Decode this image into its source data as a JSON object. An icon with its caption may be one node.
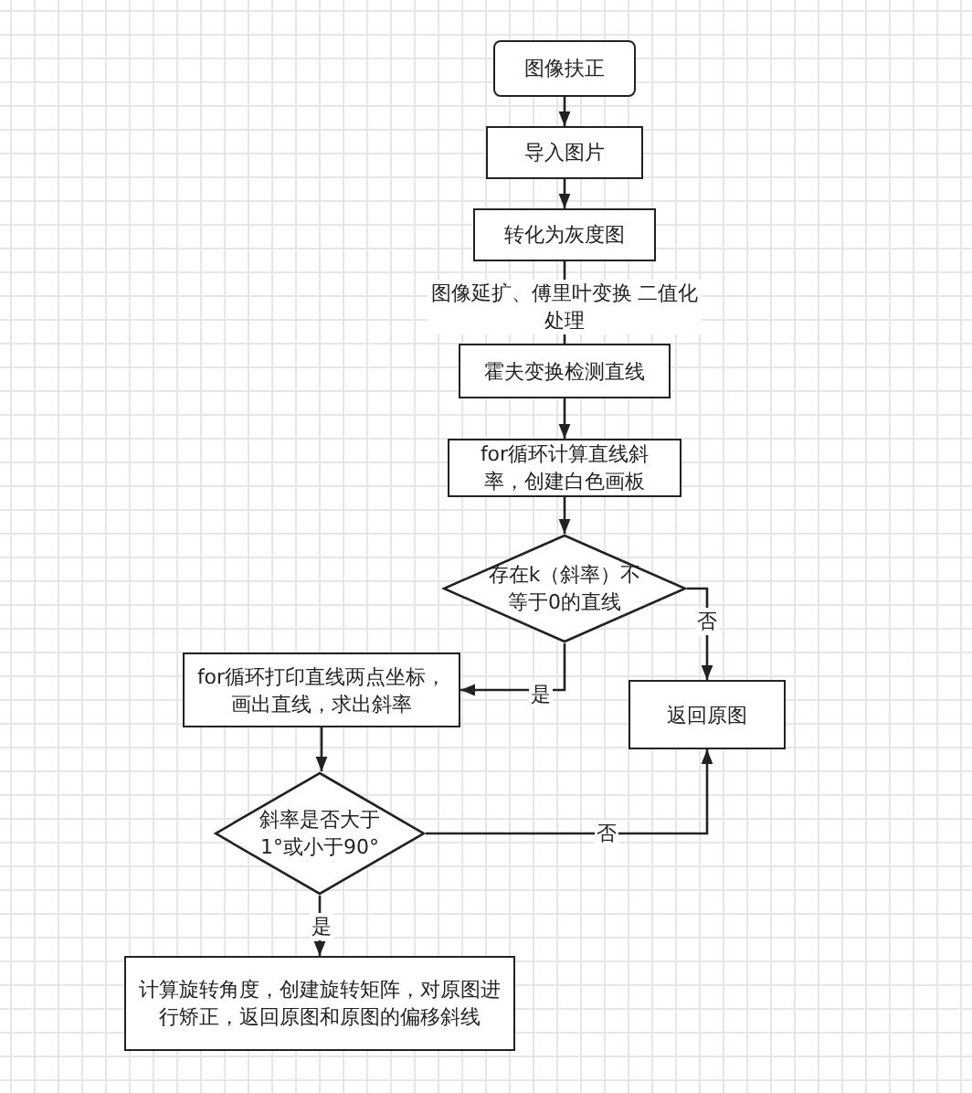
{
  "diagram": {
    "nodes": [
      {
        "text": [
          "图像扶正"
        ]
      },
      {
        "text": [
          "导入图片"
        ]
      },
      {
        "text": [
          "转化为灰度图"
        ]
      },
      {
        "text": [
          "霍夫变换检测直线"
        ]
      },
      {
        "text": [
          "for循环计算直线斜率，创建白色画板"
        ]
      },
      {
        "text": [
          "存在k（斜率）不等于0的直线"
        ]
      },
      {
        "text": [
          "for循环打印直线两点坐标，画出直线，求出斜率"
        ]
      },
      {
        "text": [
          "返回原图"
        ]
      },
      {
        "text": [
          "斜率是否大于1°或小于90°"
        ]
      },
      {
        "text": [
          "计算旋转角度，创建旋转矩阵，对原图进行矫正，返回原图和原图的偏移斜线"
        ]
      }
    ],
    "edges": [
      {
        "from": 0,
        "to": 1,
        "arrow": "to"
      },
      {
        "from": 1,
        "to": 2,
        "arrow": "to"
      },
      {
        "from": 2,
        "to": 3,
        "arrow": "none",
        "label": "图像延扩、傅里叶变换 二值化处理"
      },
      {
        "from": 3,
        "to": 4,
        "arrow": "to"
      },
      {
        "from": 4,
        "to": 5,
        "arrow": "to"
      },
      {
        "from": 5,
        "to": 7,
        "arrow": "to",
        "label": "否"
      },
      {
        "from": 5,
        "to": 6,
        "arrow": "to",
        "label": "是"
      },
      {
        "from": 6,
        "to": 8,
        "arrow": "to"
      },
      {
        "from": 8,
        "to": 7,
        "arrow": "to",
        "label": "否"
      },
      {
        "from": 8,
        "to": 9,
        "arrow": "to",
        "label": "是"
      }
    ]
  }
}
